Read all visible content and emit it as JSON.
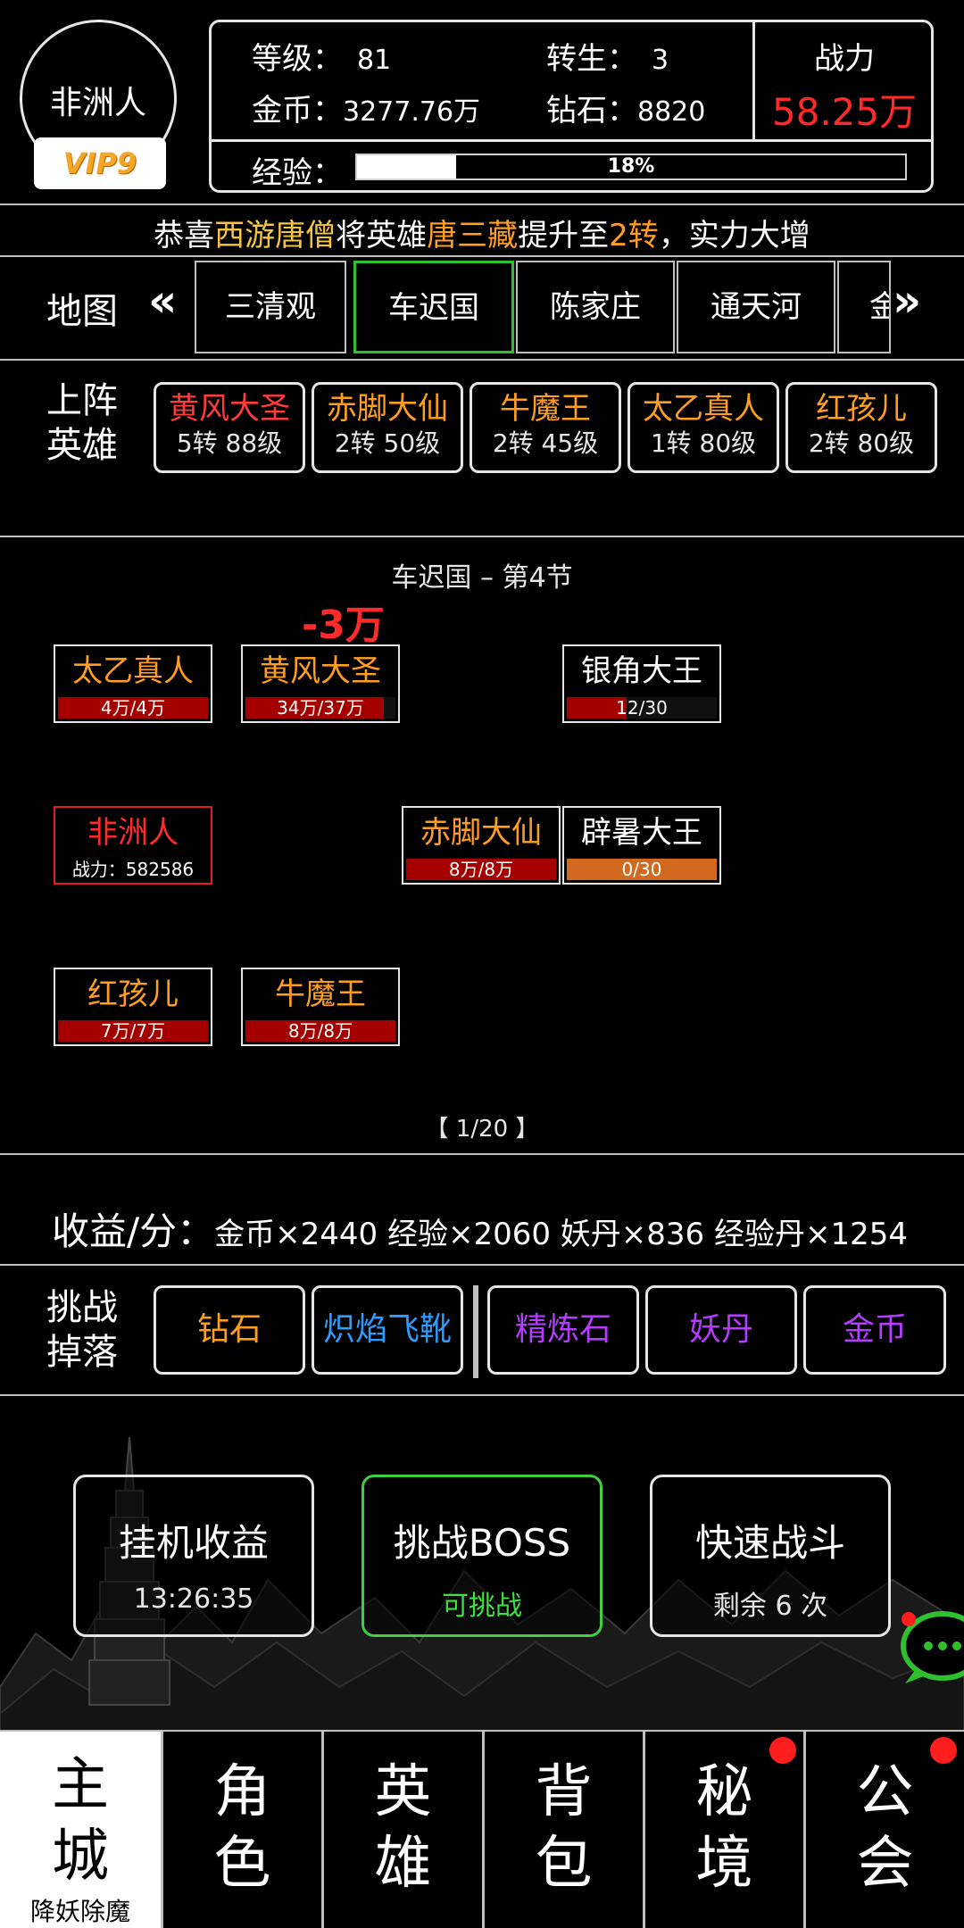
{
  "player": {
    "name": "非洲人",
    "vip": "VIP9"
  },
  "stats": {
    "level_label": "等级：",
    "level_value": "81",
    "rebirth_label": "转生：",
    "rebirth_value": "3",
    "gold_label": "金币：",
    "gold_value": "3277.76万",
    "diamond_label": "钻石：",
    "diamond_value": "8820",
    "power_label": "战力",
    "power_value": "58.25万",
    "exp_label": "经验：",
    "exp_percent_text": "18%",
    "exp_fraction": 0.18
  },
  "announcement": {
    "p1": "恭喜",
    "p2": "西游唐僧",
    "p3": "将英雄",
    "p4": "唐三藏",
    "p5": "提升至",
    "p6": "2转",
    "p7": "，实力大增"
  },
  "map": {
    "label": "地图",
    "prev": "«",
    "next": "»",
    "tabs": [
      {
        "label": "三清观"
      },
      {
        "label": "车迟国",
        "active": true
      },
      {
        "label": "陈家庄"
      },
      {
        "label": "通天河"
      },
      {
        "label": "金"
      }
    ]
  },
  "heroes": {
    "label_line1": "上阵",
    "label_line2": "英雄",
    "list": [
      {
        "name": "黄风大圣",
        "level": "5转 88级",
        "color": "#ff3b3b"
      },
      {
        "name": "赤脚大仙",
        "level": "2转 50级",
        "color": "#ff9d1e"
      },
      {
        "name": "牛魔王",
        "level": "2转 45级",
        "color": "#ff9d1e"
      },
      {
        "name": "太乙真人",
        "level": "1转 80级",
        "color": "#ff9d1e"
      },
      {
        "name": "红孩儿",
        "level": "2转 80级",
        "color": "#ff9d1e"
      }
    ]
  },
  "battle": {
    "stage": "车迟国 – 第4节",
    "damage": "-3万",
    "page": "【 1/20 】",
    "allies": [
      {
        "name": "太乙真人",
        "hp": "4万/4万",
        "fraction": 1.0,
        "color": "#ff9d1e"
      },
      {
        "name": "黄风大圣",
        "hp": "34万/37万",
        "fraction": 0.92,
        "color": "#ff9d1e"
      },
      {
        "name": "红孩儿",
        "hp": "7万/7万",
        "fraction": 1.0,
        "color": "#ff9d1e"
      },
      {
        "name": "牛魔王",
        "hp": "8万/8万",
        "fraction": 1.0,
        "color": "#ff9d1e"
      },
      {
        "name": "赤脚大仙",
        "hp": "8万/8万",
        "fraction": 1.0,
        "color": "#ff9d1e"
      }
    ],
    "player_unit": {
      "name": "非洲人",
      "power": "战力：582586"
    },
    "enemies": [
      {
        "name": "银角大王",
        "hp": "12/30",
        "fraction": 0.4
      },
      {
        "name": "辟暑大王",
        "hp": "0/30",
        "fraction": 0.0
      }
    ]
  },
  "income": {
    "label": "收益/分：",
    "items": "金币×2440  经验×2060  妖丹×836  经验丹×1254"
  },
  "drops": {
    "label_line1": "挑战",
    "label_line2": "掉落",
    "list": [
      {
        "label": "钻石",
        "color": "#ff9d1e"
      },
      {
        "label": "炽焰飞靴",
        "color": "#2a9dff"
      },
      {
        "label": "精炼石",
        "color": "#b43cff"
      },
      {
        "label": "妖丹",
        "color": "#b43cff"
      },
      {
        "label": "金币",
        "color": "#b43cff"
      }
    ]
  },
  "actions": {
    "idle": {
      "title": "挂机收益",
      "sub": "13:26:35"
    },
    "boss": {
      "title": "挑战BOSS",
      "sub": "可挑战"
    },
    "quick": {
      "title": "快速战斗",
      "sub": "剩余 6 次"
    }
  },
  "nav": {
    "main": {
      "c1": "主",
      "c2": "城",
      "sub": "降妖除魔"
    },
    "role": {
      "c1": "角",
      "c2": "色"
    },
    "hero": {
      "c1": "英",
      "c2": "雄"
    },
    "bag": {
      "c1": "背",
      "c2": "包"
    },
    "secret": {
      "c1": "秘",
      "c2": "境"
    },
    "guild": {
      "c1": "公",
      "c2": "会"
    }
  }
}
